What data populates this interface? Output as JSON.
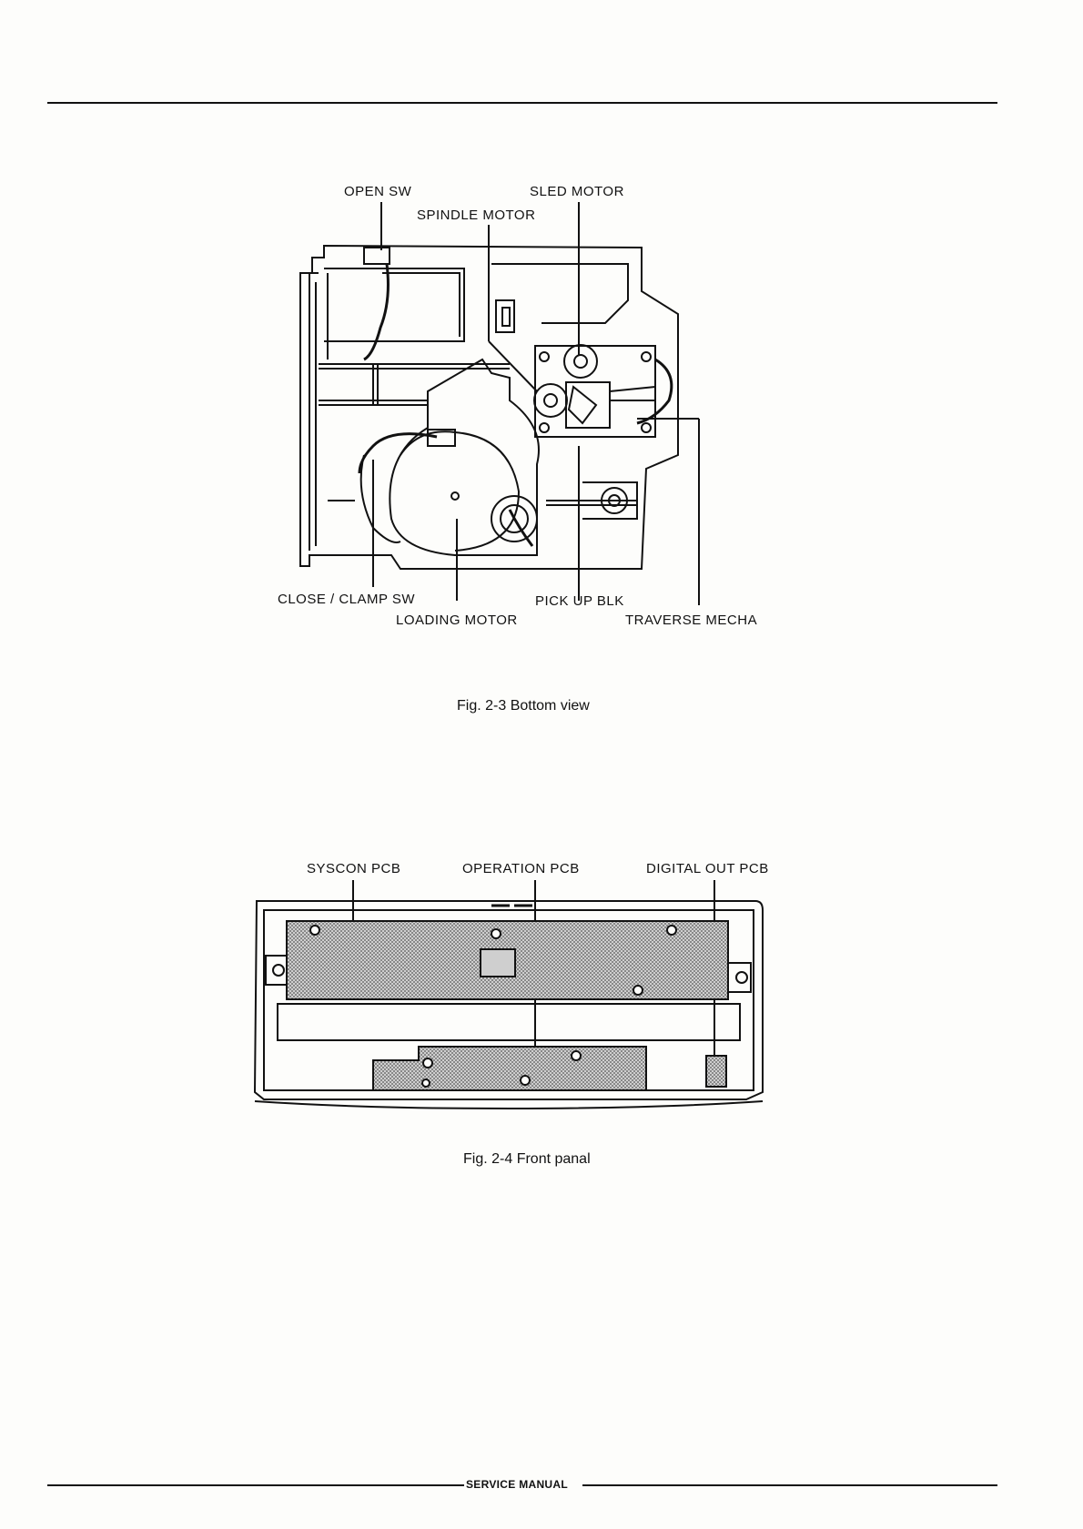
{
  "figure_3": {
    "labels": {
      "open_sw": "OPEN SW",
      "sled_motor": "SLED MOTOR",
      "spindle_motor": "SPINDLE MOTOR",
      "close_clamp_sw": "CLOSE / CLAMP SW",
      "loading_motor": "LOADING MOTOR",
      "pick_up_blk": "PICK UP BLK",
      "traverse_mecha": "TRAVERSE MECHA"
    },
    "caption": "Fig. 2-3 Bottom view"
  },
  "figure_4": {
    "labels": {
      "syscon_pcb": "SYSCON PCB",
      "operation_pcb": "OPERATION PCB",
      "digital_out_pcb": "DIGITAL OUT PCB"
    },
    "caption": "Fig. 2-4 Front panal"
  },
  "footer": {
    "text": "SERVICE MANUAL"
  }
}
